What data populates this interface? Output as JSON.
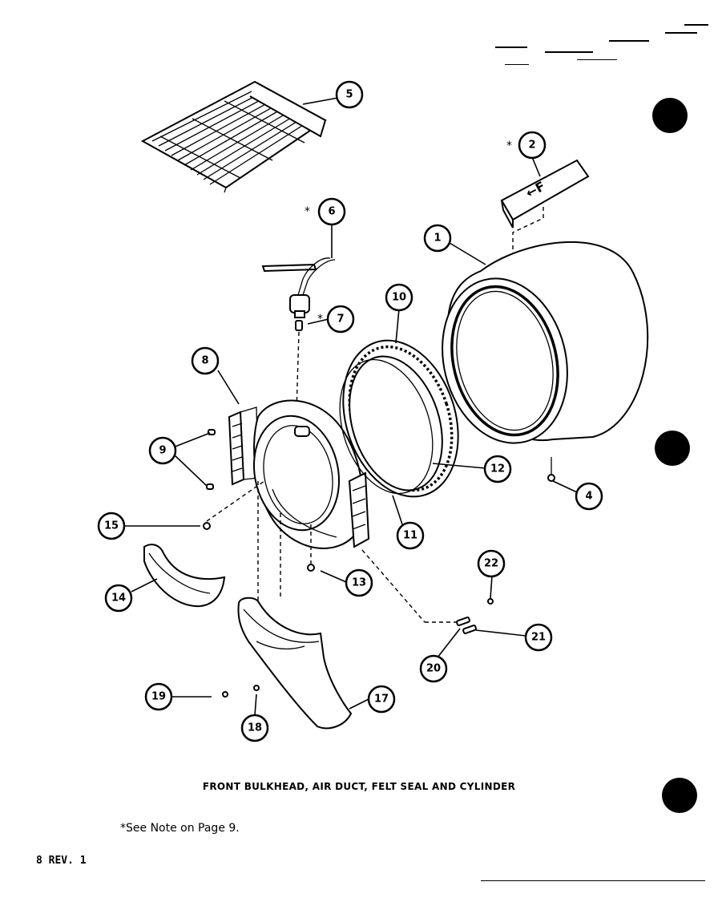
{
  "diagram": {
    "caption": "FRONT BULKHEAD, AIR DUCT, FELT SEAL AND CYLINDER",
    "note": "*See Note on Page 9.",
    "page_id": "8 REV. 1",
    "duct_label": "←F",
    "asterisk": "*",
    "callouts": [
      "1",
      "2",
      "4",
      "5",
      "6",
      "7",
      "8",
      "9",
      "10",
      "11",
      "12",
      "13",
      "14",
      "15",
      "17",
      "18",
      "19",
      "20",
      "21",
      "22"
    ]
  }
}
